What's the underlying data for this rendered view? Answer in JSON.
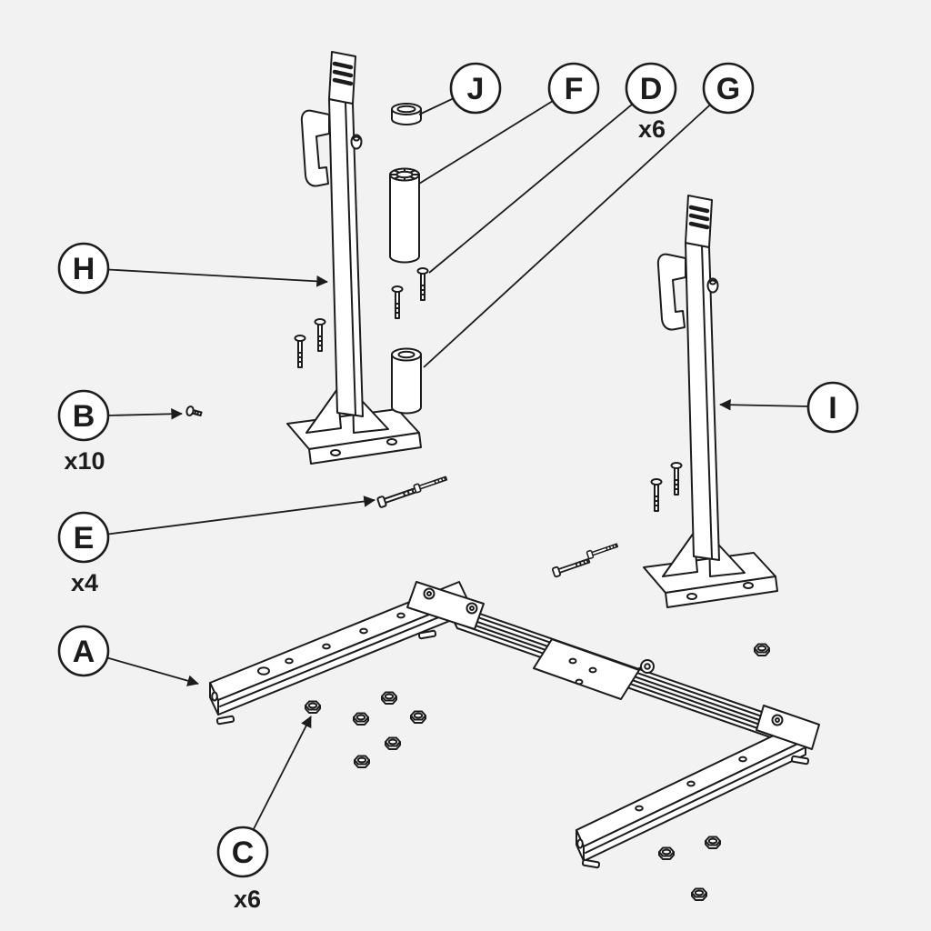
{
  "diagram": {
    "background": "#f2f2f2",
    "line_color": "#1c1c1c"
  },
  "callouts": {
    "J": {
      "letter": "J"
    },
    "F": {
      "letter": "F"
    },
    "D": {
      "letter": "D",
      "qty": "x6"
    },
    "G": {
      "letter": "G"
    },
    "H": {
      "letter": "H"
    },
    "B": {
      "letter": "B",
      "qty": "x10"
    },
    "E": {
      "letter": "E",
      "qty": "x4"
    },
    "A": {
      "letter": "A"
    },
    "C": {
      "letter": "C",
      "qty": "x6"
    },
    "I": {
      "letter": "I"
    }
  }
}
